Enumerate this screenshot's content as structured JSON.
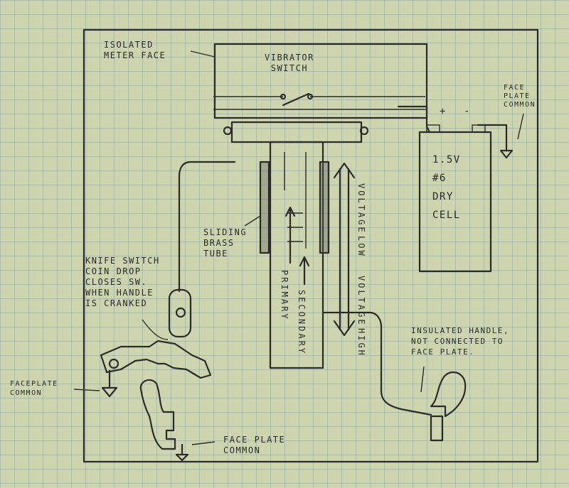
{
  "labels": {
    "meter_face_1": "ISOLATED",
    "meter_face_2": "METER FACE",
    "vibrator_1": "VIBRATOR",
    "vibrator_2": "SWITCH",
    "plus": "+",
    "minus": "-",
    "face_plate_top_1": "FACE",
    "face_plate_top_2": "PLATE",
    "face_plate_top_3": "COMMON",
    "cell_1": "1.5V",
    "cell_2": "#6",
    "cell_3": "DRY",
    "cell_4": "CELL",
    "low_voltage_1": "LOW",
    "low_voltage_2": "VOLTAGE",
    "sliding_1": "SLIDING",
    "sliding_2": "BRASS",
    "sliding_3": "TUBE",
    "knife_1": "KNIFE SWITCH",
    "knife_2": "COIN DROP",
    "knife_3": "CLOSES SW.",
    "knife_4": "WHEN HANDLE",
    "knife_5": "IS CRANKED",
    "primary": "PRIMARY",
    "secondary": "SECONDARY",
    "high_voltage_1": "HIGH",
    "high_voltage_2": "VOLTAGE",
    "handle_1": "INSULATED HANDLE,",
    "handle_2": "NOT CONNECTED TO",
    "handle_3": "FACE PLATE.",
    "faceplate_left_1": "FACEPLATE",
    "faceplate_left_2": "COMMON",
    "faceplate_bottom_1": "FACE PLATE",
    "faceplate_bottom_2": "COMMON"
  },
  "colors": {
    "ink": "#2b2b2b",
    "paper": "#cdd4ae",
    "grid": "#6e8c96"
  }
}
